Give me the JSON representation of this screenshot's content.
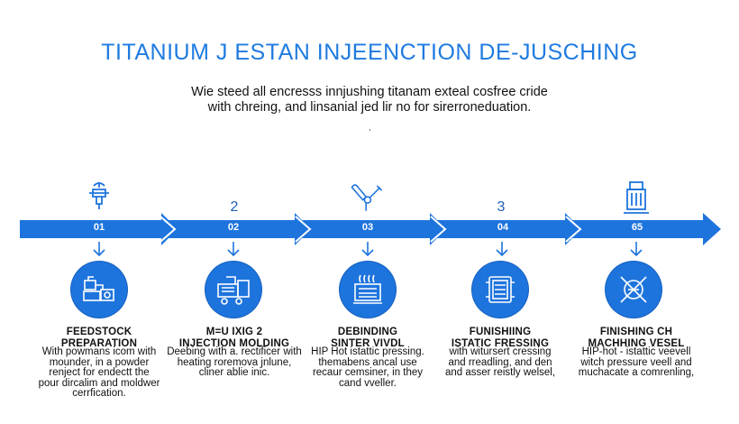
{
  "title": "TITANIUM J ESTAN INJEENCTION DE-JUSCHING",
  "subtitle": {
    "line1": "Wie steed all encresss innjushing titanam exteal cosfree cride",
    "line2": "with  chreing, and linsanial jed lir no for sirerroneduation."
  },
  "tick_mark": ",",
  "accent_color": "#1e74dd",
  "timeline": {
    "top_labels": [
      "2",
      "3"
    ],
    "steps": [
      {
        "number": "01",
        "top_icon": "nozzle-icon",
        "circle_icon": "feedstock-machine-icon",
        "title": [
          "FEEDSTOCK",
          "PREPARATION"
        ],
        "desc": [
          "With powmans icom with",
          "mounder, in a powder",
          "renject for endectt the",
          "pour dircalim and moldwer",
          "cerrfication."
        ]
      },
      {
        "number": "02",
        "top_icon": "",
        "circle_icon": "injection-molding-icon",
        "title": [
          "M=U IXIG 2",
          "INJECTION MOLDING"
        ],
        "desc": [
          "Deebing with a. rectificer with",
          "heating roremova jnlune,",
          "cliner ablie inic."
        ]
      },
      {
        "number": "03",
        "top_icon": "sintering-tool-icon",
        "circle_icon": "debinding-furnace-icon",
        "title": [
          "DEBINDING",
          "SINTER VIVDL"
        ],
        "desc": [
          "HIP Hot istattic pressing.",
          "themabens ancal use",
          "recaur cemsiner, in they",
          "cand vveller."
        ]
      },
      {
        "number": "04",
        "top_icon": "",
        "circle_icon": "isostatic-press-icon",
        "title": [
          "FUNISHIING",
          "ISTATIC FRESSING"
        ],
        "desc": [
          "with witursert cressing",
          "and rreadling, and den",
          "and asser reistly welsel,"
        ]
      },
      {
        "number": "65",
        "top_icon": "pressure-vessel-icon",
        "circle_icon": "machining-vessel-icon",
        "title": [
          "FINISHING CH",
          "MACHHING VESEL"
        ],
        "desc": [
          "HIP-hot - istattic veevell",
          "witch pressure veell and",
          "muchacate a comrenling,"
        ]
      }
    ]
  }
}
